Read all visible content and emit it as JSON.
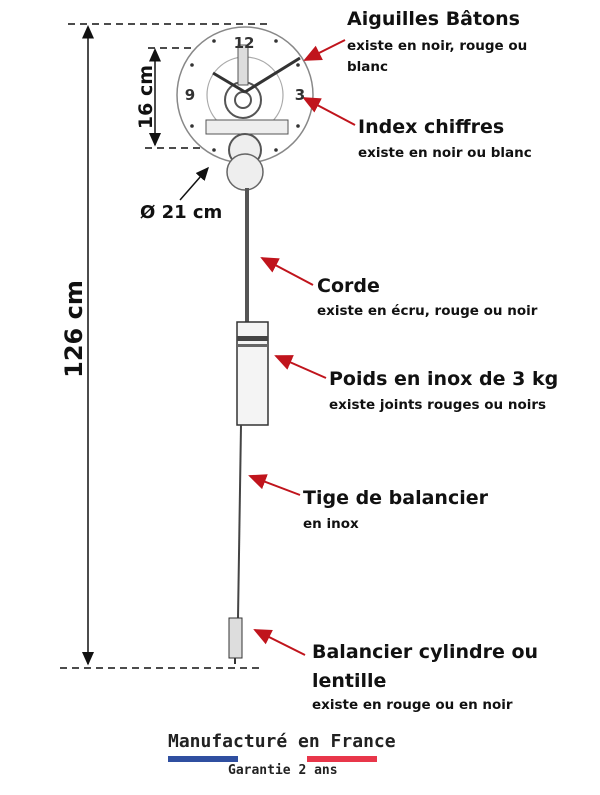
{
  "dimensions": {
    "height": "126 cm",
    "dial_height": "16 cm",
    "diameter": "Ø 21 cm"
  },
  "labels": [
    {
      "title": "Aiguilles Bâtons",
      "sub": "existe en noir, rouge ou",
      "sub2": "blanc"
    },
    {
      "title": "Index chiffres",
      "sub": "existe en noir ou blanc"
    },
    {
      "title": "Corde",
      "sub": "existe en écru, rouge ou noir"
    },
    {
      "title": "Poids en inox de 3 kg",
      "sub": "existe joints rouges ou noirs"
    },
    {
      "title": "Tige de balancier",
      "sub": "en inox"
    },
    {
      "title": "Balancier cylindre ou",
      "title2": "lentille",
      "sub": "existe en rouge ou en noir"
    }
  ],
  "dial_numbers": {
    "n12": "12",
    "n3": "3",
    "n9": "9"
  },
  "footer": {
    "made": "Manufacturé en France",
    "warranty": "Garantie 2 ans"
  },
  "colors": {
    "arrow": "#c0141c",
    "blue": "#2f4fa0",
    "red": "#e8364a"
  }
}
